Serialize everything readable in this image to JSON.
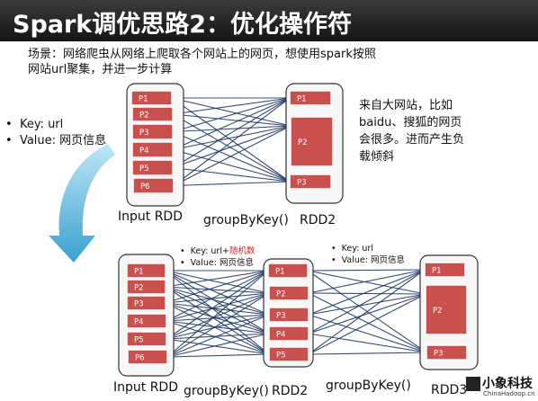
{
  "title": "Spark调优思路2：优化操作符",
  "scenario": {
    "line1": "场景：网络爬虫从网络上爬取各个网站上的网页，想使用spark按照",
    "line2": "网站url聚集，并进一步计算"
  },
  "bullets": [
    {
      "bullet": "•",
      "text": "Key: url"
    },
    {
      "bullet": "•",
      "text": "Value:  网页信息"
    }
  ],
  "note": [
    "来自大网站，比如",
    "baidu、搜狐的网页",
    "会很多。进而产生负",
    "载倾斜"
  ],
  "top_diagram": {
    "left_partitions": [
      "P1",
      "P2",
      "P3",
      "P4",
      "P5",
      "P6"
    ],
    "right_partitions": [
      "P1",
      "P2",
      "P3"
    ],
    "input_label": "Input RDD",
    "op_label": "groupByKey()",
    "output_label": "RDD2"
  },
  "bottom_diagram": {
    "left_partitions": [
      "P1",
      "P2",
      "P3",
      "P4",
      "P5",
      "P6"
    ],
    "mid_partitions": [
      "P1",
      "P2",
      "P3",
      "P4",
      "P5"
    ],
    "right_partitions": [
      "P1",
      "P2",
      "P3"
    ],
    "input_label": "Input RDD",
    "op1_label": "groupByKey()",
    "mid_label": "RDD2",
    "op2_label": "groupByKey()",
    "output_label": "RDD3",
    "annotation1": {
      "key_prefix": "Key: url+",
      "key_highlight": "随机数",
      "value": "Value:  网页信息"
    },
    "annotation2": {
      "key": "Key: url",
      "value": "Value:  网页信息"
    }
  },
  "logo": {
    "main": "小象科技",
    "sub": "ChinaHadoop.cn"
  },
  "colors": {
    "partition_fill": "#c9504d",
    "partition_stroke": "#ffffff",
    "line": "#1f3864",
    "frame": "#333333"
  }
}
